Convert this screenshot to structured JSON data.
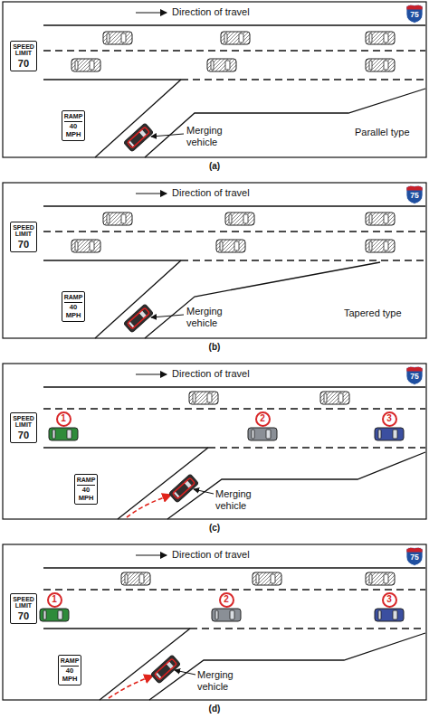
{
  "diagram": {
    "nodes": [
      {
        "text": [
          "75"
        ]
      },
      {
        "text": [
          "SPEED LIMIT",
          "70"
        ]
      },
      {
        "text": [
          "RAMP",
          "40 MPH"
        ]
      },
      {
        "text": [
          "75"
        ]
      },
      {
        "text": [
          "SPEED LIMIT",
          "70"
        ]
      },
      {
        "text": [
          "RAMP",
          "40 MPH"
        ]
      },
      {
        "text": [
          "75"
        ]
      },
      {
        "text": [
          "SPEED LIMIT",
          "70"
        ]
      },
      {
        "text": [
          "RAMP",
          "40 MPH"
        ]
      },
      {
        "text": [
          "1"
        ]
      },
      {
        "text": [
          "2"
        ]
      },
      {
        "text": [
          "3"
        ]
      },
      {
        "text": [
          "75"
        ]
      },
      {
        "text": [
          "SPEED LIMIT",
          "70"
        ]
      },
      {
        "text": [
          "RAMP",
          "40 MPH"
        ]
      },
      {
        "text": [
          "1"
        ]
      },
      {
        "text": [
          "2"
        ]
      },
      {
        "text": [
          "3"
        ]
      }
    ],
    "labels": [
      "Direction of travel",
      "Merging vehicle",
      "Parallel type",
      "(a)",
      "Direction of travel",
      "Merging vehicle",
      "Tapered type",
      "(b)",
      "Direction of travel",
      "Merging vehicle",
      "(c)",
      "Direction of travel",
      "Merging vehicle",
      "(d)"
    ]
  }
}
